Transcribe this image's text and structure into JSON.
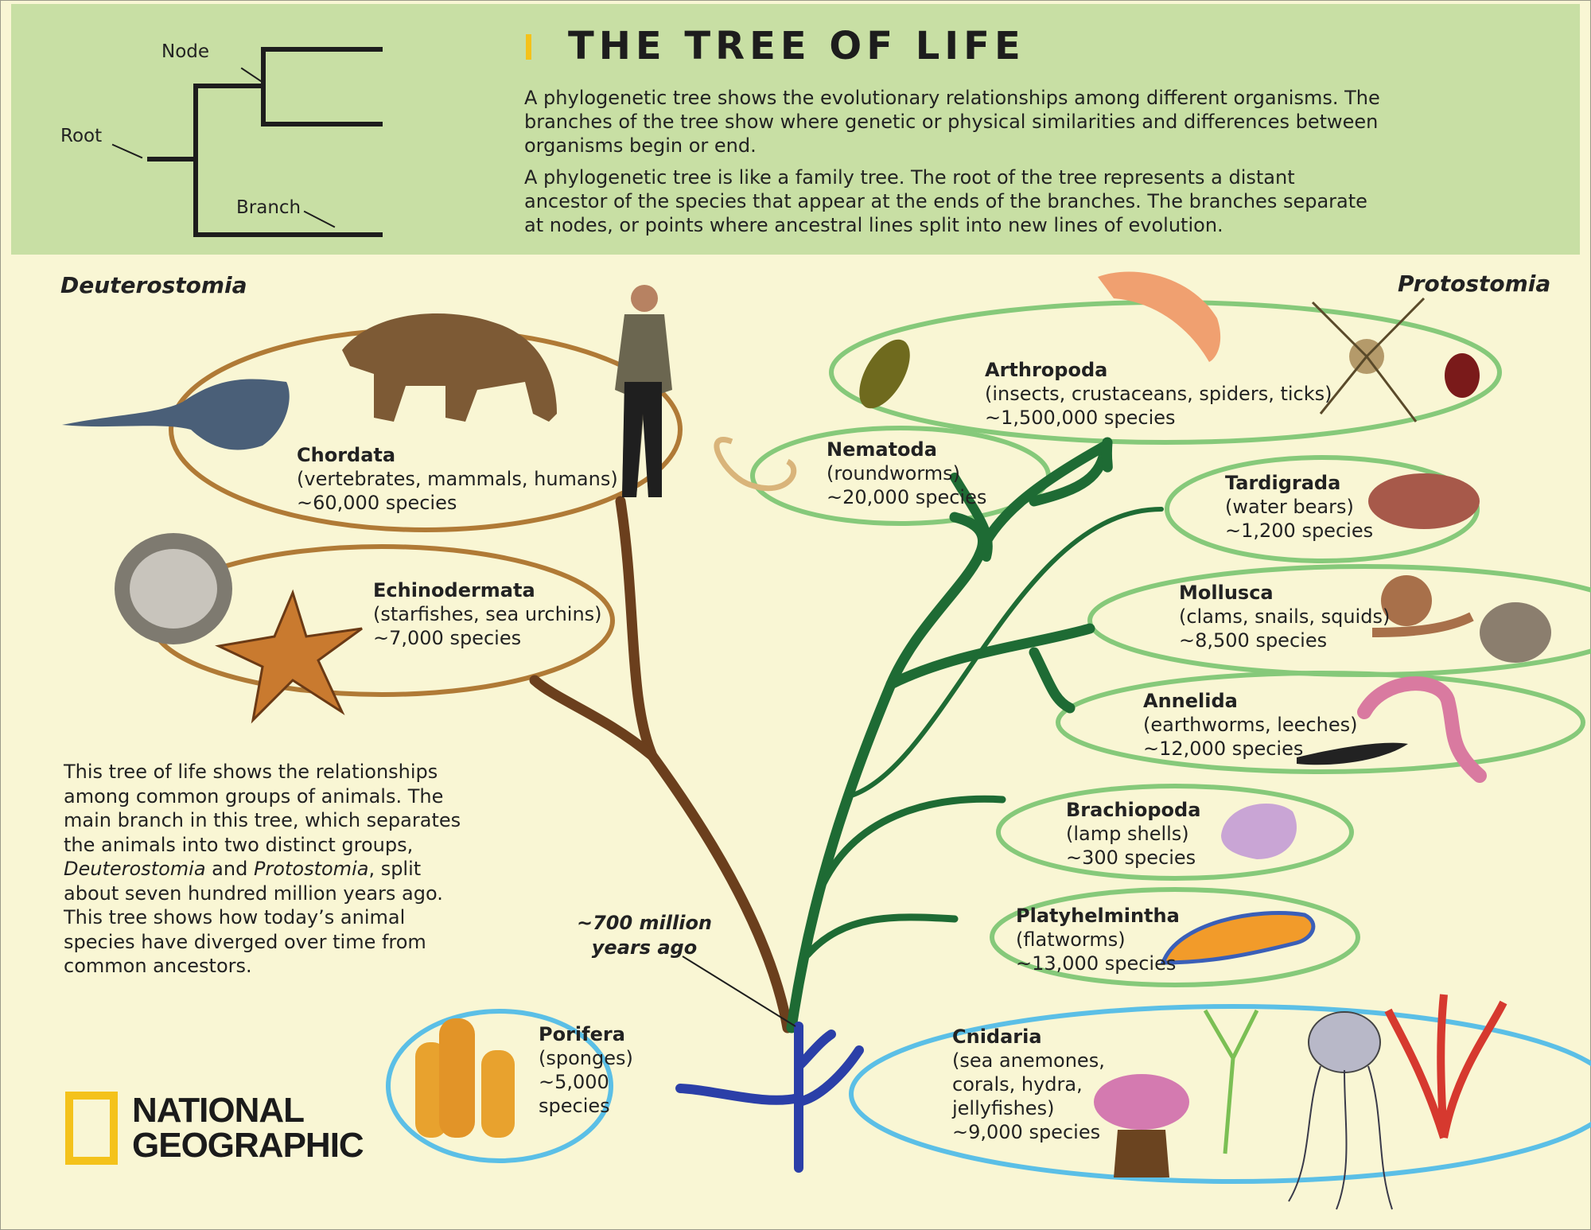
{
  "header": {
    "title": "THE TREE OF LIFE",
    "intro_paragraphs": [
      "A phylogenetic tree shows the evolutionary relationships among different organisms. The branches of the tree show where genetic or physical similarities and differences between organisms begin or end.",
      "A phylogenetic tree is like a family tree. The root of the tree represents a distant ancestor of the species that appear at the ends of the branches. The branches separate at nodes, or points where ancestral lines split into new lines of evolution."
    ],
    "key_labels": {
      "node": "Node",
      "root": "Root",
      "branch": "Branch"
    }
  },
  "sides": {
    "left": "Deuterostomia",
    "right": "Protostomia"
  },
  "groups": {
    "chordata": {
      "name": "Chordata",
      "desc": "(vertebrates, mammals, humans)",
      "count": "~60,000 species"
    },
    "echinodermata": {
      "name": "Echinodermata",
      "desc": "(starfishes, sea urchins)",
      "count": "~7,000 species"
    },
    "arthropoda": {
      "name": "Arthropoda",
      "desc": "(insects, crustaceans, spiders, ticks)",
      "count": "~1,500,000 species"
    },
    "nematoda": {
      "name": "Nematoda",
      "desc": "(roundworms)",
      "count": "~20,000 species"
    },
    "tardigrada": {
      "name": "Tardigrada",
      "desc": "(water bears)",
      "count": "~1,200 species"
    },
    "mollusca": {
      "name": "Mollusca",
      "desc": "(clams, snails, squids)",
      "count": "~8,500 species"
    },
    "annelida": {
      "name": "Annelida",
      "desc": "(earthworms, leeches)",
      "count": "~12,000 species"
    },
    "brachiopoda": {
      "name": "Brachiopoda",
      "desc": "(lamp shells)",
      "count": "~300 species"
    },
    "platyhelmintha": {
      "name": "Platyhelmintha",
      "desc": "(flatworms)",
      "count": "~13,000 species"
    },
    "porifera": {
      "name": "Porifera",
      "desc_lines": [
        "(sponges)",
        "~5,000",
        "species"
      ]
    },
    "cnidaria": {
      "name": "Cnidaria",
      "desc_lines": [
        "(sea anemones,",
        "corals, hydra,",
        "jellyfishes)",
        "~9,000 species"
      ]
    }
  },
  "info": {
    "line1": "This tree of life shows the relationships",
    "line2": "among common groups of animals. The",
    "line3": "main branch in this tree, which separates",
    "line4": "the animals into two distinct groups,",
    "line5_term1": "Deuterostomia",
    "line5_and": " and ",
    "line5_term2": "Protostomia",
    "line5_end": ", split",
    "line6": "about seven hundred million years ago.",
    "line7": "This tree shows how today’s animal",
    "line8": "species have diverged over time from",
    "line9": "common ancestors."
  },
  "age_label": {
    "line1": "~700 million",
    "line2": "years ago"
  },
  "logo": {
    "line1": "NATIONAL",
    "line2": "GEOGRAPHIC"
  },
  "colors": {
    "header_bg": "#c8dfa4",
    "page_bg": "#f9f6d4",
    "deuterostomia_branch": "#6b3f1d",
    "deuterostomia_oval": "#b07a36",
    "protostomia_branch": "#1e6b34",
    "protostomia_oval": "#86c97a",
    "root_branch": "#2b3fa8",
    "porifera_cnidaria_oval": "#5bbfe6",
    "accent_yellow": "#f4c21b"
  }
}
